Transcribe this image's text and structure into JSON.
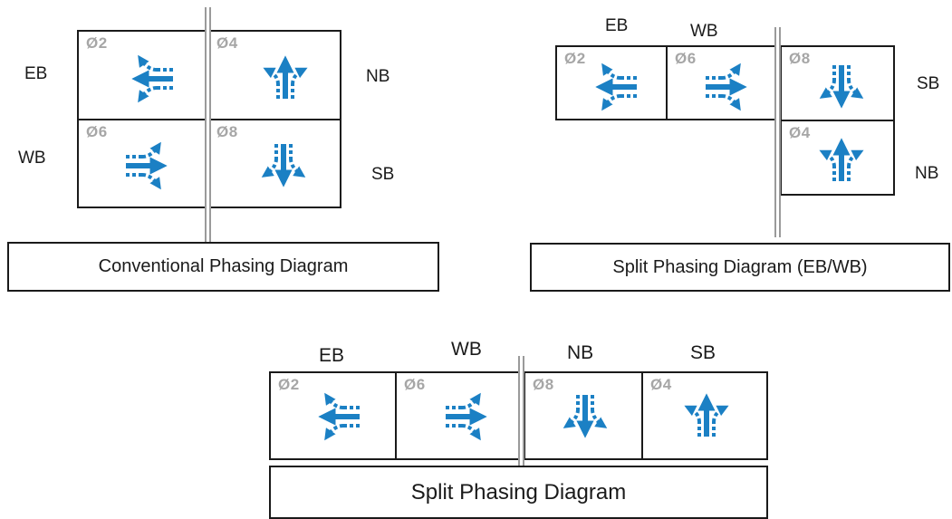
{
  "colors": {
    "arrow": "#1b80c4",
    "phase_label": "#a6a6a6",
    "border": "#1a1a1a",
    "barrier": "#9a9a9a"
  },
  "conventional": {
    "title": "Conventional Phasing Diagram",
    "labels": {
      "eb": "EB",
      "wb": "WB",
      "nb": "NB",
      "sb": "SB"
    },
    "phases": [
      {
        "label": "Ø2",
        "movement": "westbound-arrow-icon"
      },
      {
        "label": "Ø4",
        "movement": "northbound-arrow-icon"
      },
      {
        "label": "Ø6",
        "movement": "eastbound-arrow-icon"
      },
      {
        "label": "Ø8",
        "movement": "southbound-arrow-icon"
      }
    ]
  },
  "split_ebwb": {
    "title": "Split Phasing Diagram (EB/WB)",
    "labels": {
      "eb": "EB",
      "wb": "WB",
      "sb": "SB",
      "nb": "NB"
    },
    "phases": [
      {
        "label": "Ø2",
        "movement": "westbound-arrow-icon"
      },
      {
        "label": "Ø6",
        "movement": "eastbound-arrow-icon"
      },
      {
        "label": "Ø8",
        "movement": "southbound-arrow-icon"
      },
      {
        "label": "Ø4",
        "movement": "northbound-arrow-icon"
      }
    ]
  },
  "split": {
    "title": "Split Phasing Diagram",
    "labels": {
      "eb": "EB",
      "wb": "WB",
      "nb": "NB",
      "sb": "SB"
    },
    "phases": [
      {
        "label": "Ø2",
        "movement": "westbound-arrow-icon"
      },
      {
        "label": "Ø6",
        "movement": "eastbound-arrow-icon"
      },
      {
        "label": "Ø8",
        "movement": "southbound-arrow-icon"
      },
      {
        "label": "Ø4",
        "movement": "northbound-arrow-icon"
      }
    ]
  }
}
